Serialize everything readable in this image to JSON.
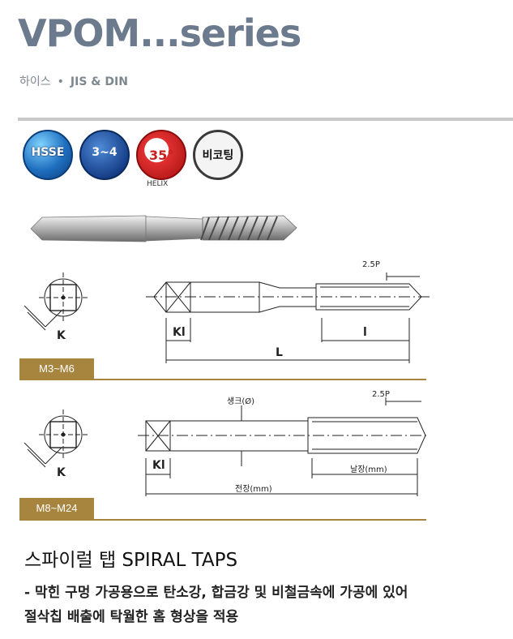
{
  "header": {
    "title": "VPOM...series",
    "material": "하이스",
    "standard": "JIS & DIN"
  },
  "badges": {
    "hsse": "HSSE",
    "flutes": "3~4",
    "helix_angle": "35°",
    "helix_caption": "HELIX",
    "coating": "비코팅"
  },
  "drawing1": {
    "size_range": "M3~M6",
    "dim_k": "K",
    "dim_kl": "Kl",
    "dim_thread_length": "l",
    "dim_total_length": "L",
    "chamfer": "2.5P"
  },
  "drawing2": {
    "size_range": "M8~M24",
    "dim_k": "K",
    "dim_kl": "Kl",
    "shank": "섕크(Ø)",
    "thread_length": "날장(mm)",
    "total_length": "전장(mm)",
    "chamfer": "2.5P"
  },
  "product": {
    "title": "스파이럴 탭 SPIRAL TAPS",
    "desc_line1": "- 막힌 구멍 가공용으로 탄소강, 합금강 및 비철금속에 가공에 있어",
    "desc_line2": "절삭칩 배출에 탁월한 홈 형상을 적용"
  },
  "colors": {
    "title": "#6c7a8e",
    "size_tag": "#a8853e",
    "rule": "#c8c8c8"
  }
}
